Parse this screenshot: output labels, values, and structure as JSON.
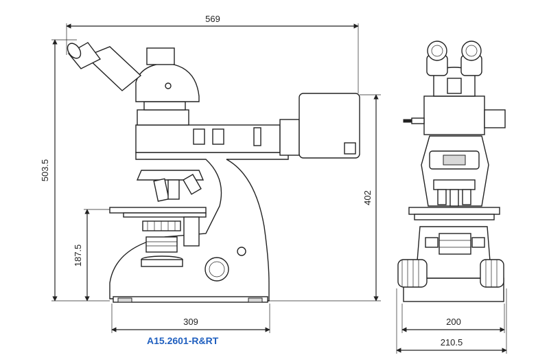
{
  "dimensions": {
    "total_width": "569",
    "total_height": "503.5",
    "stage_height": "187.5",
    "base_depth": "309",
    "front_height": "402",
    "front_base_width": "200",
    "front_total_width": "210.5"
  },
  "model_label": "A15.2601-R&RT",
  "colors": {
    "model_label": "#1f5fbf",
    "line": "#222222"
  }
}
